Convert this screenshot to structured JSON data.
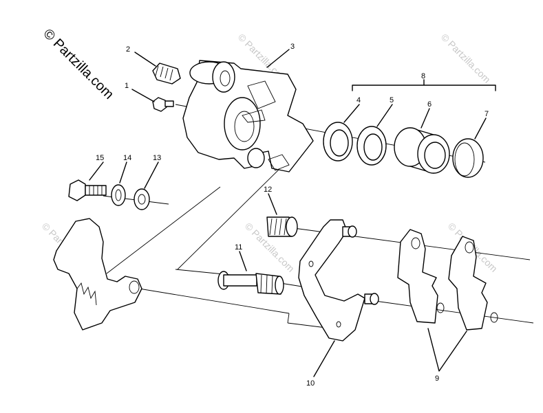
{
  "watermark": {
    "main_text": "© Partzilla.com",
    "tile_text": "© Partzilla.com"
  },
  "callouts": {
    "c1": "1",
    "c2": "2",
    "c3": "3",
    "c4": "4",
    "c5": "5",
    "c6": "6",
    "c7": "7",
    "c8": "8",
    "c9": "9",
    "c10": "10",
    "c11": "11",
    "c12": "12",
    "c13": "13",
    "c14": "14",
    "c15": "15"
  },
  "colors": {
    "line": "#000000",
    "background": "#ffffff",
    "watermark_tile": "#c8c8c8"
  }
}
